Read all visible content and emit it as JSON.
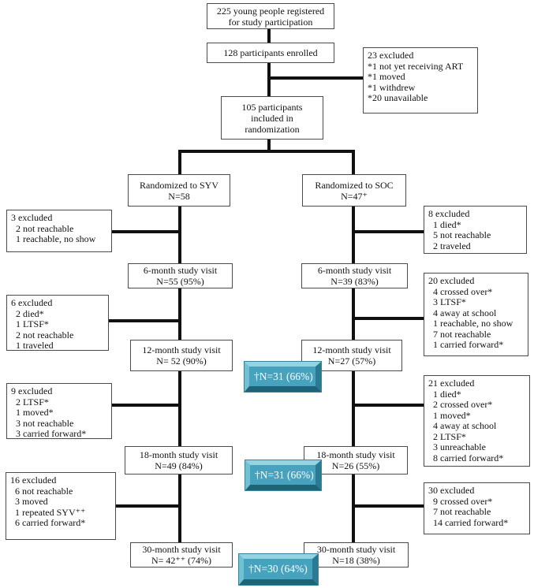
{
  "diagram": {
    "registered": "225 young people registered\nfor study participation",
    "enrolled": "128 participants enrolled",
    "excluded_enrollment": "23 excluded\n*1 not yet receiving ART\n*1 moved\n*1 withdrew\n*20 unavailable",
    "randomization": "105 participants\nincluded in\nrandomization",
    "randomized_syv": "Randomized to SYV\nN=58",
    "randomized_soc": "Randomized to SOC\nN=47⁺",
    "syv_excluded_6": "3 excluded\n  2 not reachable\n  1 reachable, no show",
    "soc_excluded_6": "8 excluded\n  1 died*\n  5 not reachable\n  2 traveled",
    "syv_visit_6": "6-month study visit\nN=55 (95%)",
    "soc_visit_6": "6-month study visit\nN=39 (83%)",
    "syv_excluded_12": "6 excluded\n  2 died*\n  1 LTSF*\n  2 not reachable\n  1 traveled",
    "soc_excluded_12": "20 excluded\n  4 crossed over*\n  3 LTSF*\n  4 away at school\n  1 reachable, no show\n  7 not reachable\n  1 carried forward*",
    "syv_visit_12": "12-month study visit\nN= 52 (90%)",
    "soc_visit_12": "12-month study visit\nN=27 (57%)",
    "combined_12": "†N=31 (66%)",
    "syv_excluded_18": "9 excluded\n  2 LTSF*\n  1 moved*\n  3 not reachable\n  3 carried forward*",
    "soc_excluded_18": "21 excluded\n  1 died*\n  2 crossed over*\n  1 moved*\n  4 away at school\n  2 LTSF*\n  3 unreachable\n  8 carried forward*",
    "syv_visit_18": "18-month study visit\nN=49 (84%)",
    "soc_visit_18": "18-month study visit\nN=26 (55%)",
    "combined_18": "†N=31 (66%)",
    "syv_excluded_30": "16 excluded\n  6 not reachable\n  3 moved\n  1 repeated SYV⁺⁺\n  6 carried forward*",
    "soc_excluded_30": "30 excluded\n  9 crossed over*\n  7 not reachable\n  14 carried forward*",
    "syv_visit_30": "30-month study visit\nN= 42⁺⁺ (74%)",
    "soc_visit_30": "30-month study visit\nN=18 (38%)",
    "combined_30": "†N=30 (64%)"
  },
  "colors": {
    "teal_face": "#47a2bd",
    "teal_light_bevel": "#93d3e2",
    "teal_dark_bevel": "#1f6379",
    "connector": "#111111",
    "box_border": "#4a4a4a"
  }
}
